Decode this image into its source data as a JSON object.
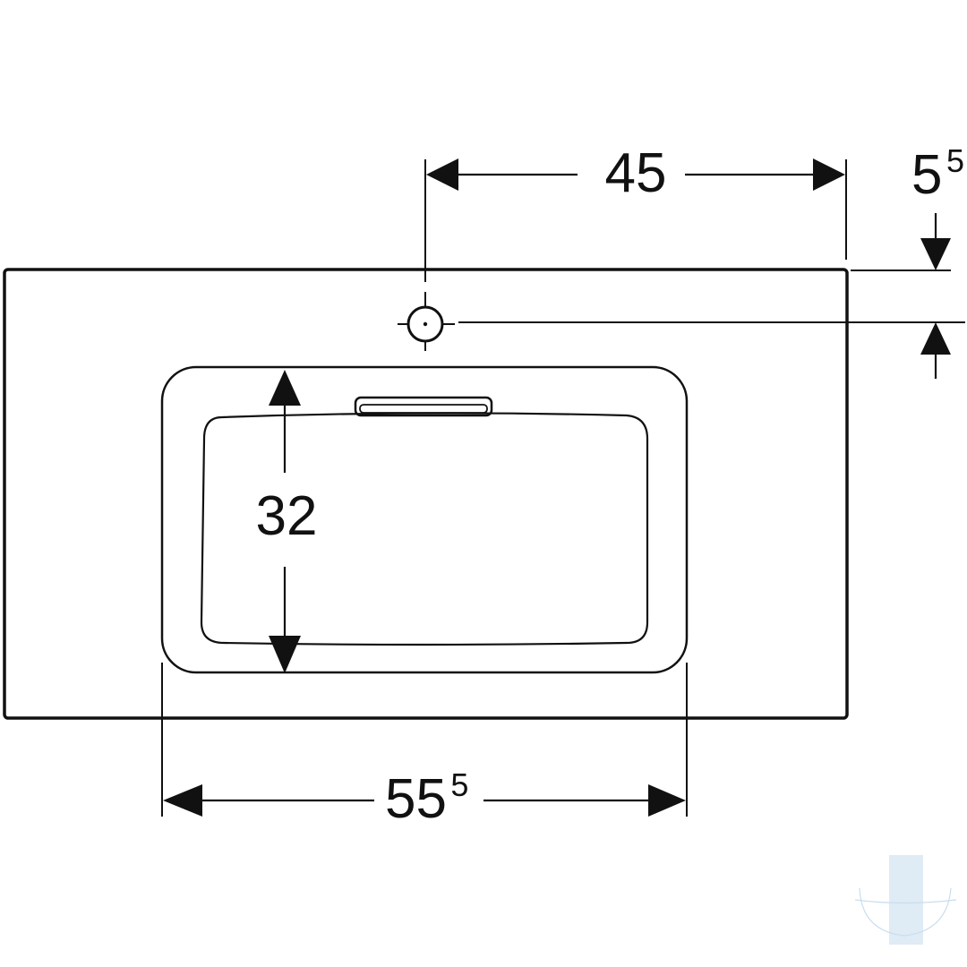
{
  "drawing": {
    "colors": {
      "line": "#111111",
      "background": "#ffffff",
      "watermark": "#9ec3e0"
    },
    "dimensions": {
      "top_width": {
        "main": "45",
        "sup": ""
      },
      "tap_hole_offset": {
        "main": "5",
        "sup": "5"
      },
      "bowl_depth": {
        "main": "32",
        "sup": ""
      },
      "bowl_width": {
        "main": "55",
        "sup": "5"
      }
    }
  }
}
